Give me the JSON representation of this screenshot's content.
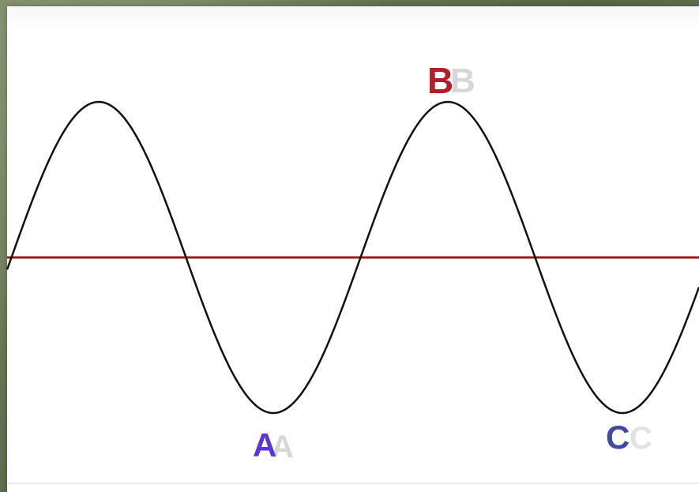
{
  "labels": {
    "a": "A",
    "b": "B",
    "c": "C"
  },
  "colors": {
    "wave": "#111111",
    "axis": "#9b1b1b",
    "label_a": "#5b35d8",
    "label_b": "#b11f2a",
    "label_c": "#3f4aa0"
  }
}
